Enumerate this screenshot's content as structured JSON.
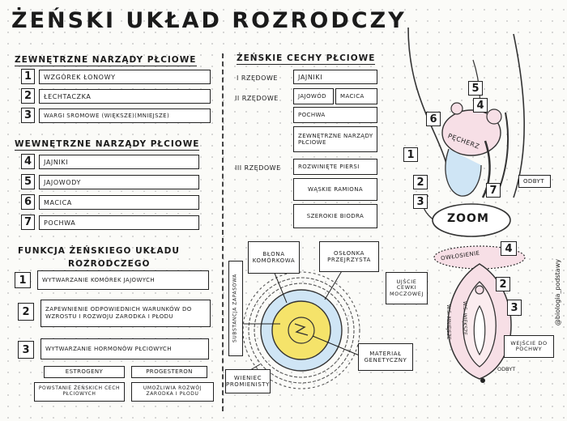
{
  "title": "ŻEŃSKI UKŁAD ROZRODCZY",
  "external": {
    "heading": "ZEWNĘTRZNE NARZĄDY PŁCIOWE",
    "items": [
      {
        "num": "1",
        "label": "WZGÓREK ŁONOWY"
      },
      {
        "num": "2",
        "label": "ŁECHTACZKA"
      },
      {
        "num": "3",
        "label": "WARGI SROMOWE (WIĘKSZE)(MNIEJSZE)"
      }
    ]
  },
  "internal": {
    "heading": "WEWNĘTRZNE NARZĄDY PŁCIOWE",
    "items": [
      {
        "num": "4",
        "label": "JAJNIKI"
      },
      {
        "num": "5",
        "label": "JAJOWODY"
      },
      {
        "num": "6",
        "label": "MACICA"
      },
      {
        "num": "7",
        "label": "POCHWA"
      }
    ]
  },
  "functions": {
    "heading_line1": "FUNKCJA ŻEŃSKIEGO UKŁADU",
    "heading_line2": "ROZRODCZEGO",
    "items": [
      {
        "num": "1",
        "label": "WYTWARZANIE KOMÓREK JAJOWYCH"
      },
      {
        "num": "2",
        "label": "ZAPEWNIENIE ODPOWIEDNICH WARUNKÓW DO WZROSTU I ROZWOJU ZARODKA I PŁODU"
      },
      {
        "num": "3",
        "label": "WYTWARZANIE HORMONÓW PŁCIOWYCH"
      }
    ],
    "hormones": [
      {
        "name": "ESTROGENY",
        "effect": "POWSTANIE ŻEŃSKICH CECH PŁCIOWYCH"
      },
      {
        "name": "PROGESTERON",
        "effect": "UMOŻLIWIA ROZWÓJ ZARODKA I PŁODU"
      }
    ]
  },
  "traits": {
    "heading": "ŻEŃSKIE CECHY PŁCIOWE",
    "first_label": "I RZĘDOWE",
    "first_items": [
      "JAJNIKI"
    ],
    "second_label": "II RZĘDOWE",
    "second_items": [
      "JAJOWÓD",
      "MACICA",
      "POCHWA",
      "ZEWNĘTRZNE NARZĄDY PŁCIOWE"
    ],
    "third_label": "III RZĘDOWE",
    "third_items": [
      "ROZWINIĘTE PIERSI",
      "WĄSKIE RAMIONA",
      "SZEROKIE BIODRA"
    ]
  },
  "egg": {
    "corona": "WIENIEC PROMIENISTY",
    "membrane": "BŁONA KOMÓRKOWA",
    "zona": "OSŁONKA PRZEJRZYSTA",
    "substance": "SUBSTANCJA ZAPASOWA",
    "genetic": "MATERIAŁ GENETYCZNY"
  },
  "anatomy": {
    "bladder": "PĘCHERZ",
    "anus": "ODBYT",
    "zoom": "ZOOM",
    "pubic_hair": "OWŁOSIENIE",
    "urethra": "UJŚCIE CEWKI MOCZOWEJ",
    "vagina_entry": "WEJŚCIE DO POCHWY",
    "anus2": "ODBYT",
    "labia_small": "W.S. MNIEJSZE",
    "labia_big": "W.S. WIĘKSZE",
    "numbers": [
      "1",
      "2",
      "3",
      "4",
      "5",
      "6",
      "7"
    ],
    "zoom_numbers": [
      "4",
      "2",
      "3"
    ]
  },
  "watermark": "@biologia_podstawy",
  "colors": {
    "blue": "#cfe5f5",
    "pink": "#f7dfe6",
    "yellow": "#f5e36a",
    "ink": "#1b1b1b"
  }
}
